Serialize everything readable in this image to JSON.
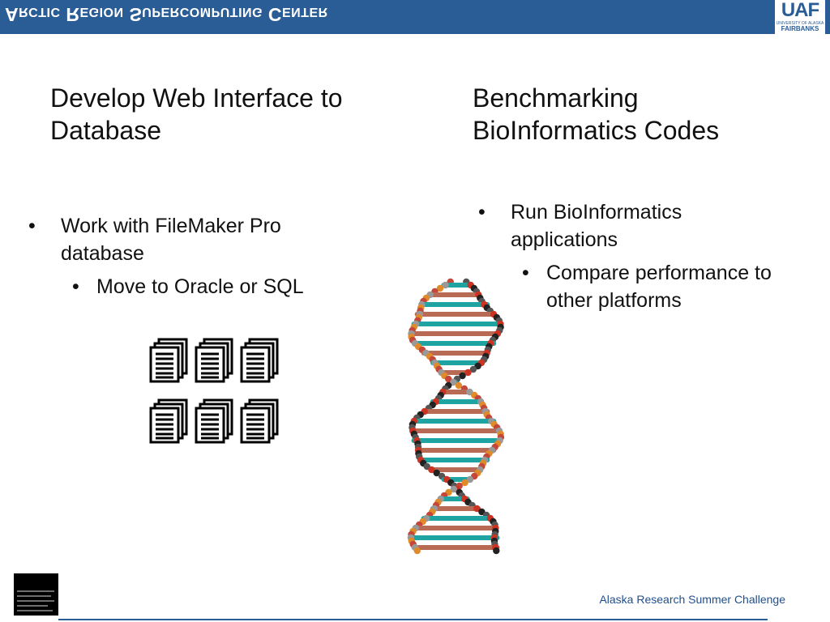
{
  "banner": {
    "title": "Arctic Region Supercomputing Center",
    "color": "#2a5c96"
  },
  "logo": {
    "mark": "UAF",
    "small": "UNIVERSITY OF ALASKA",
    "city": "FAIRBANKS"
  },
  "left": {
    "heading": "Develop Web Interface to Database",
    "bullets": [
      {
        "text": "Work with   FileMaker Pro database"
      }
    ],
    "sub_bullets": [
      {
        "text": "Move to Oracle or SQL"
      }
    ],
    "icon": "database-documents-icon"
  },
  "right": {
    "heading": "Benchmarking BioInformatics Codes",
    "bullets": [
      {
        "text": "Run BioInformatics applications"
      }
    ],
    "sub_bullets": [
      {
        "text": "Compare performance to other platforms"
      }
    ],
    "image": "dna-double-helix-image"
  },
  "footer": {
    "text": "Alaska Research Summer Challenge"
  },
  "glyphs": {
    "bullet": "•"
  }
}
